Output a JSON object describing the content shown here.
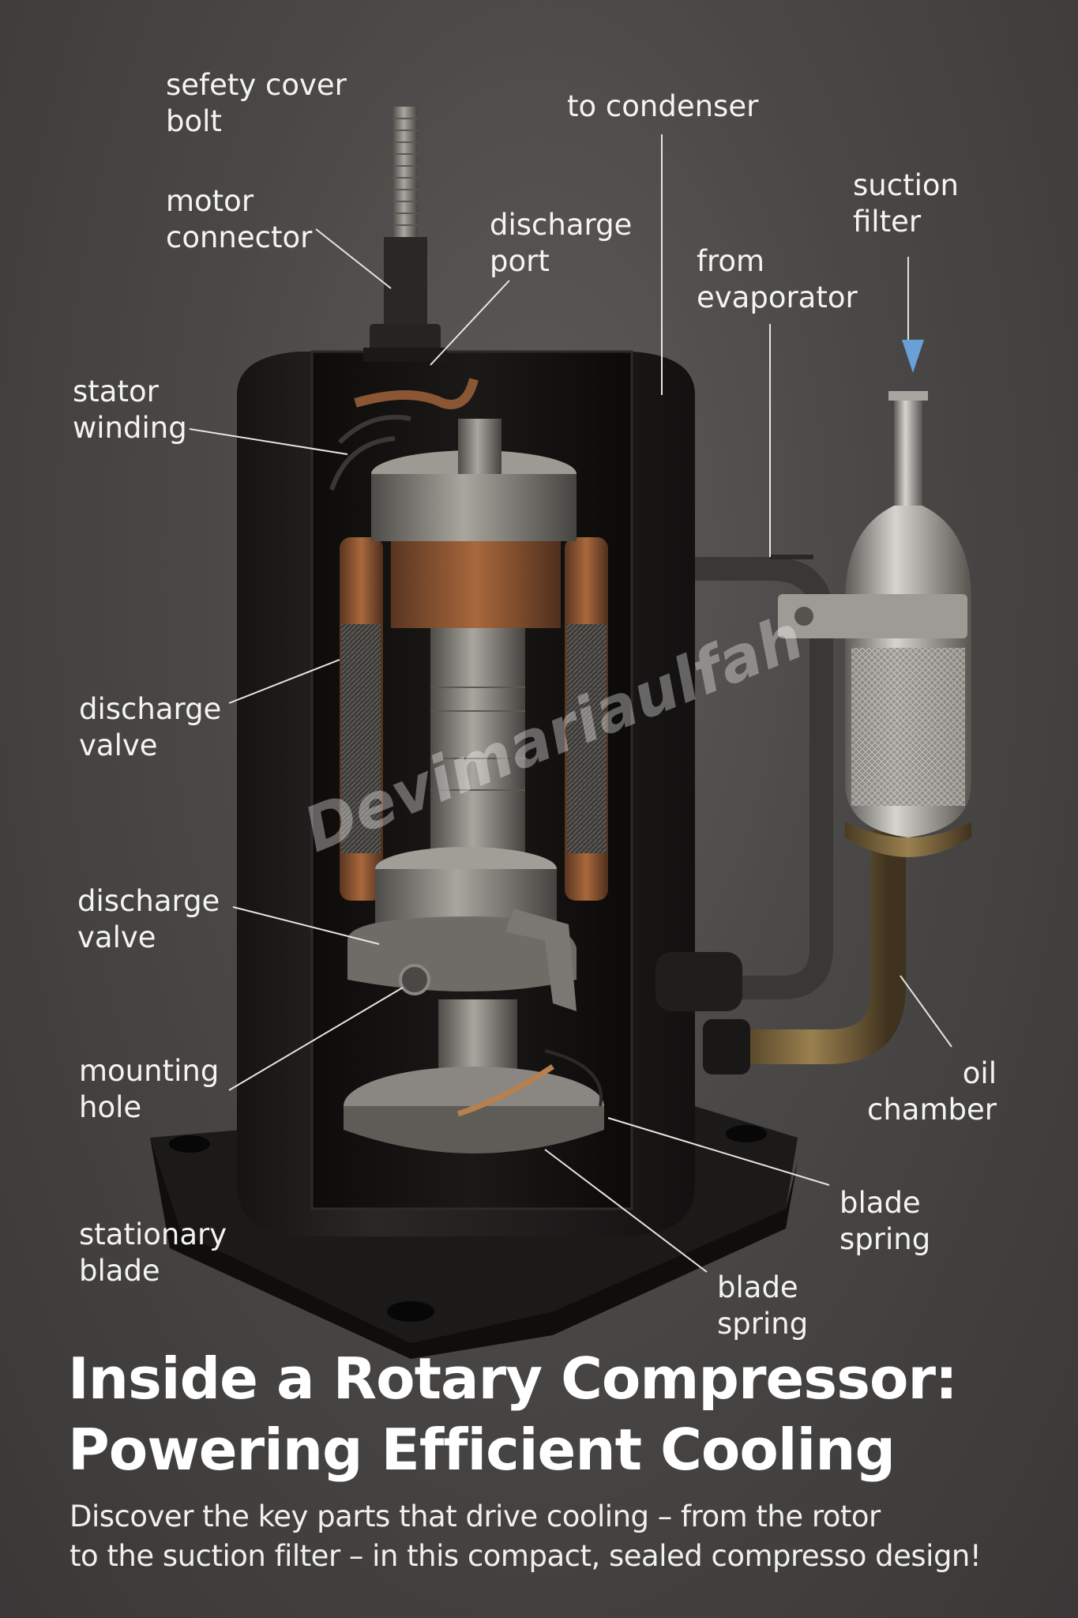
{
  "labels": {
    "safety_cover_bolt": [
      "sefety cover",
      "bolt"
    ],
    "motor_connector": [
      "motor",
      "connector"
    ],
    "discharge_port": [
      "discharge",
      "port"
    ],
    "to_condenser": [
      "to condenser"
    ],
    "suction_filter": [
      "suction",
      "filter"
    ],
    "from_evaporator": [
      "from",
      "evaporator"
    ],
    "stator_winding": [
      "stator",
      "winding"
    ],
    "discharge_valve_upper": [
      "discharge",
      "valve"
    ],
    "discharge_valve_lower": [
      "discharge",
      "valve"
    ],
    "mounting_hole": [
      "mounting",
      "hole"
    ],
    "oil_chamber": [
      "oil",
      "chamber"
    ],
    "stationary_blade": [
      "stationary",
      "blade"
    ],
    "blade_spring_right": [
      "blade",
      "spring"
    ],
    "blade_spring_bottom": [
      "blade",
      "spring"
    ]
  },
  "watermark": "Devimariaulfah",
  "title": [
    "Inside a Rotary Compressor:",
    "Powering Efficient Cooling"
  ],
  "subtitle": [
    "Discover the key parts that drive cooling – from the rotor",
    "to the suction filter – in this compact, sealed compresso design!"
  ],
  "colors": {
    "background": "#4a4846",
    "shell": "#1f1d1b",
    "steel": "#8c8a84",
    "copper": "#8a5634",
    "brass": "#7a6440",
    "arrow": "#6a9fd8",
    "text": "#f4f4f2"
  }
}
